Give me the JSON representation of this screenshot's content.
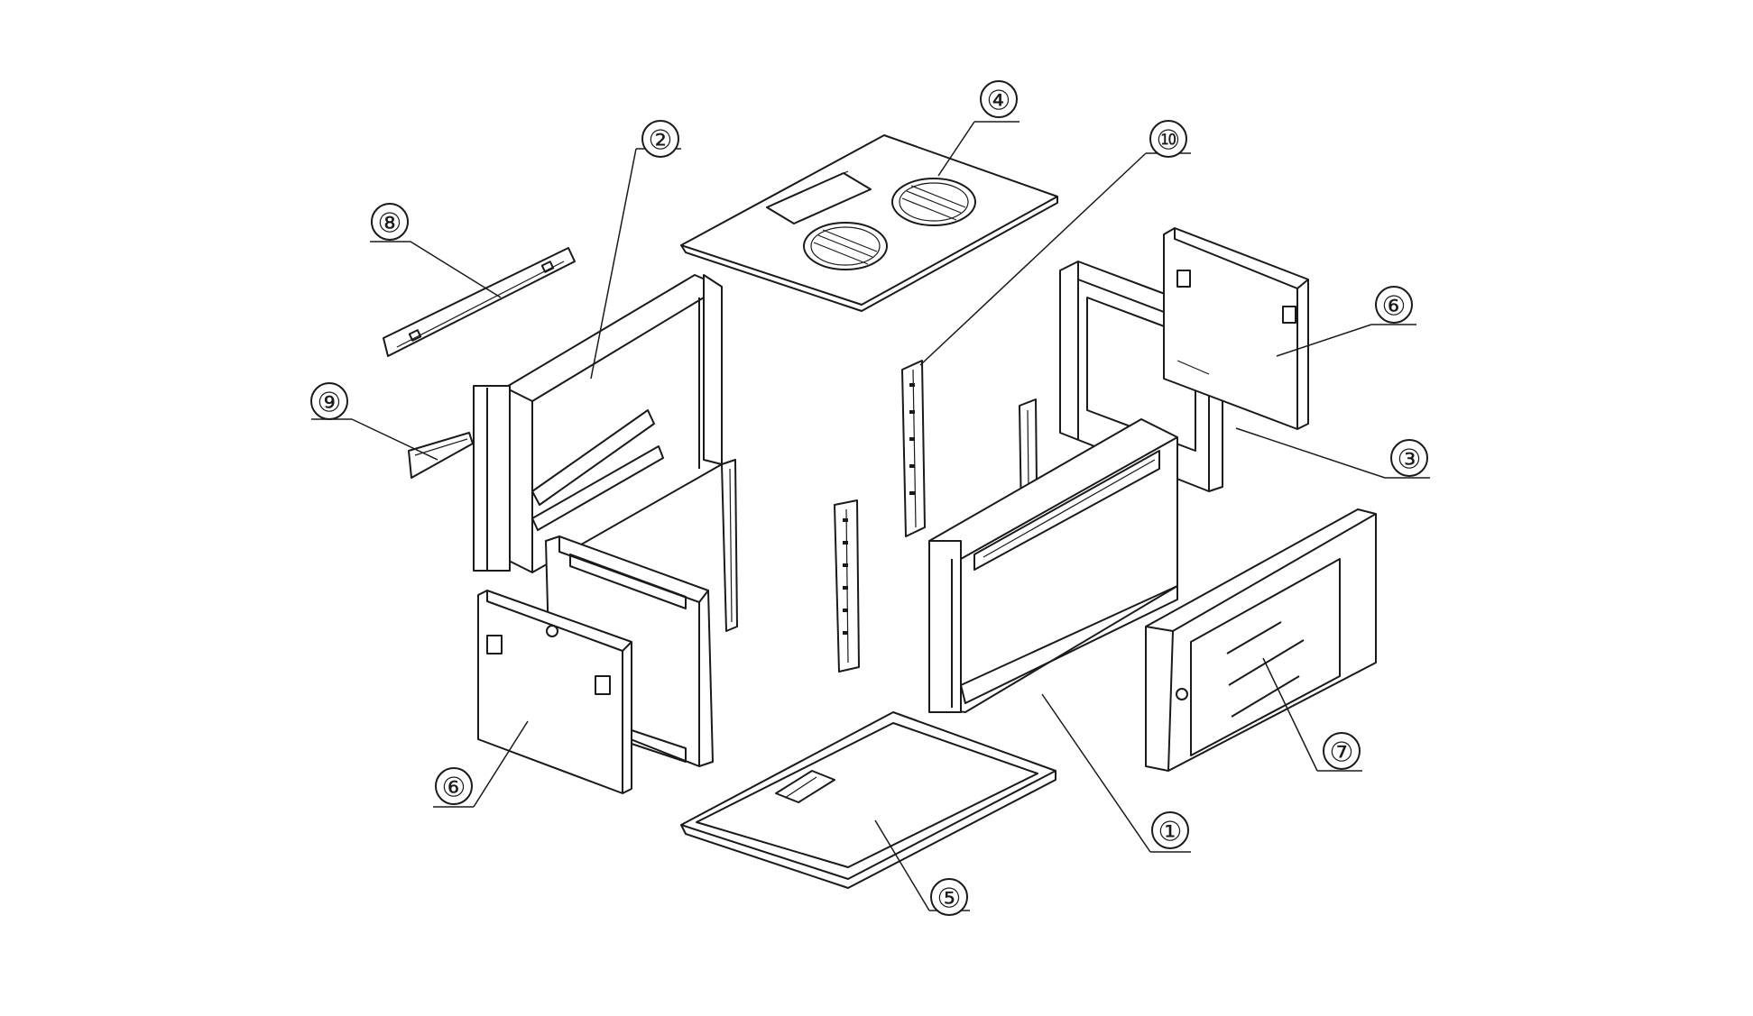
{
  "callouts": [
    {
      "id": "c1",
      "label": "①"
    },
    {
      "id": "c2",
      "label": "②"
    },
    {
      "id": "c3",
      "label": "③"
    },
    {
      "id": "c4",
      "label": "④"
    },
    {
      "id": "c5",
      "label": "⑤"
    },
    {
      "id": "c6a",
      "label": "⑥"
    },
    {
      "id": "c6b",
      "label": "⑥"
    },
    {
      "id": "c7",
      "label": "⑦"
    },
    {
      "id": "c8",
      "label": "⑧"
    },
    {
      "id": "c9",
      "label": "⑨"
    },
    {
      "id": "c10",
      "label": "⑩"
    }
  ],
  "colors": {
    "line": "#1a1a1a",
    "background": "#ffffff"
  },
  "icons": [
    "fan-icon",
    "lock-icon",
    "hinge-icon"
  ]
}
